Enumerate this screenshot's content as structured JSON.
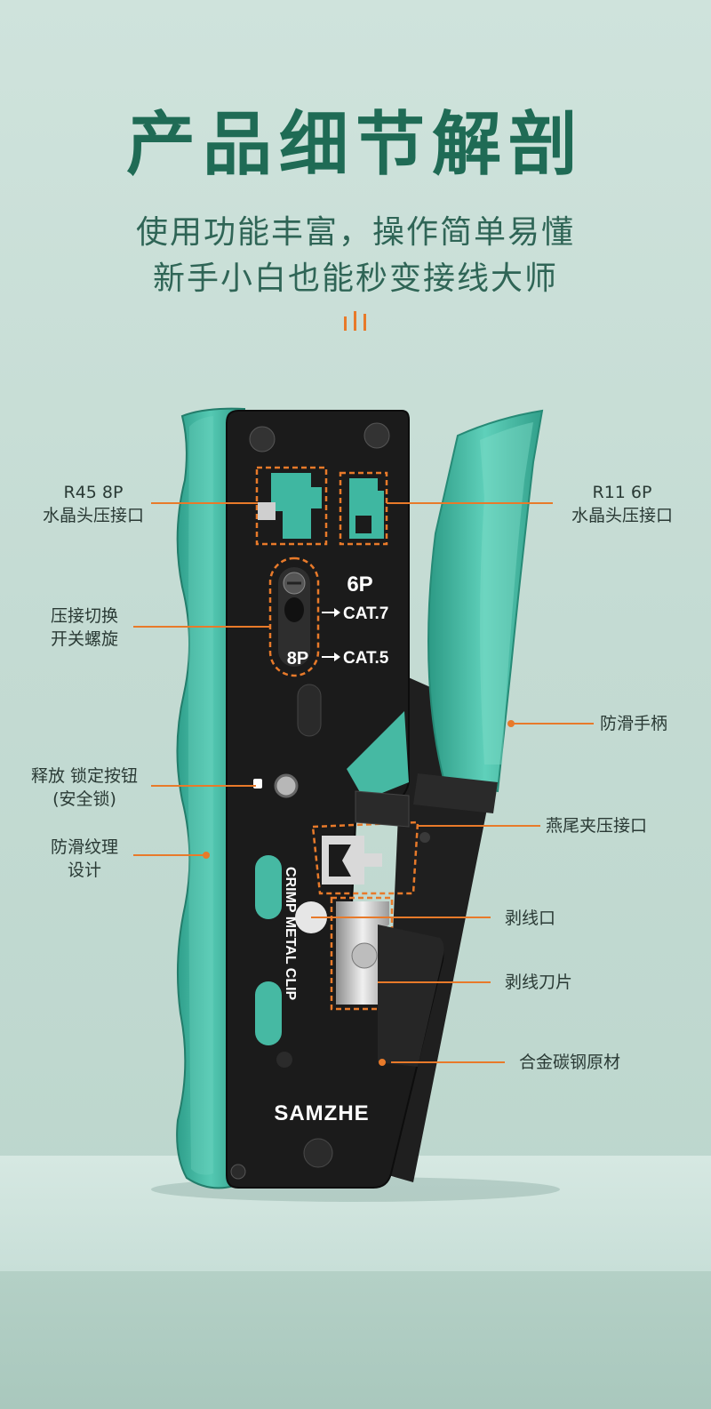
{
  "title": "产品细节解剖",
  "subtitle_line1": "使用功能丰富，操作简单易懂",
  "subtitle_line2": "新手小白也能秒变接线大师",
  "device": {
    "brand": "SAMZHE",
    "vertical_text": "CRIMP METAL CLIP",
    "mark_6p": "6P",
    "mark_8p": "8P",
    "mark_cat7": "CAT.7",
    "mark_cat5": "CAT.5"
  },
  "labels": {
    "rj45_line1": "R45 8P",
    "rj45_line2": "水晶头压接口",
    "rj11_line1": "R11 6P",
    "rj11_line2": "水晶头压接口",
    "switch_line1": "压接切换",
    "switch_line2": "开关螺旋",
    "handle": "防滑手柄",
    "release_line1": "释放 锁定按钮",
    "release_line2": "(安全锁)",
    "dovetail": "燕尾夹压接口",
    "texture_line1": "防滑纹理",
    "texture_line2": "设计",
    "strip_port": "剥线口",
    "strip_blade": "剥线刀片",
    "material": "合金碳钢原材"
  },
  "colors": {
    "accent": "#e87a2a",
    "teal": "#3fb7a1",
    "title_green": "#1f6b55"
  }
}
